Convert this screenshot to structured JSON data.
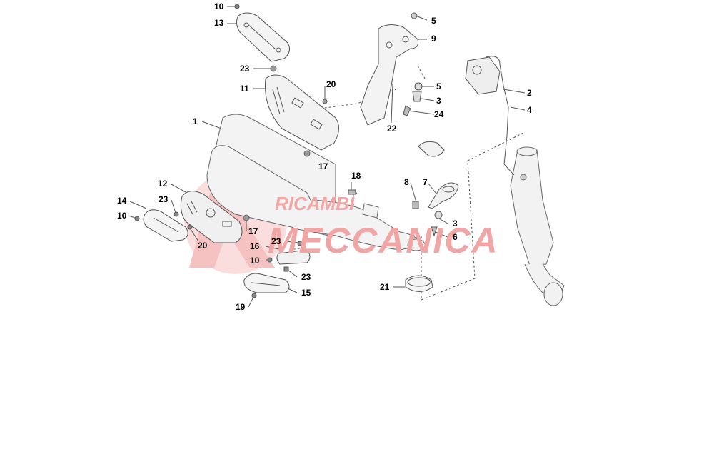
{
  "watermark": {
    "line1": "RICAMBI",
    "line2": "MECCANICA",
    "color": "#f2a5a5"
  },
  "part_labels": [
    "1",
    "2",
    "3",
    "3",
    "4",
    "5",
    "5",
    "6",
    "7",
    "8",
    "9",
    "10",
    "10",
    "10",
    "11",
    "12",
    "13",
    "14",
    "15",
    "16",
    "17",
    "17",
    "18",
    "19",
    "20",
    "20",
    "21",
    "22",
    "23",
    "23",
    "23",
    "23",
    "24"
  ]
}
